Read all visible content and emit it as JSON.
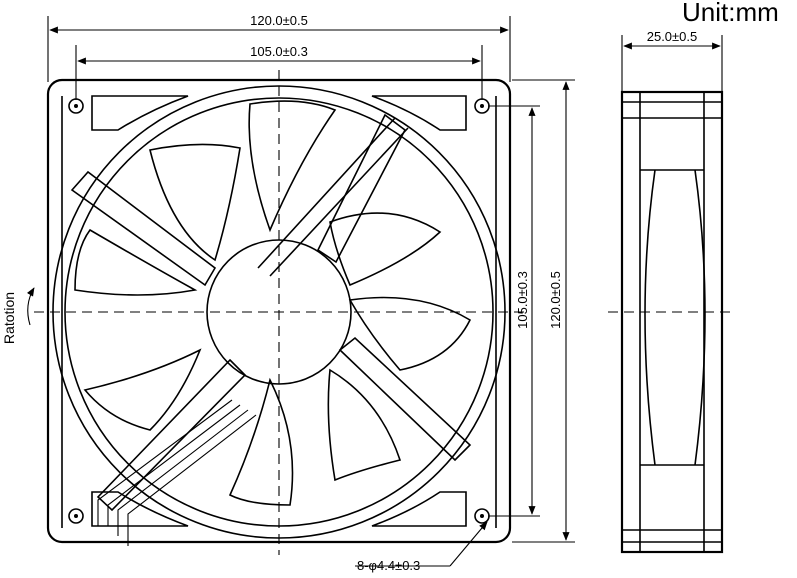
{
  "unit_label": "Unit:mm",
  "front_view": {
    "overall_width": "120.0±0.5",
    "hole_pitch_width": "105.0±0.3",
    "overall_height": "120.0±0.5",
    "hole_pitch_height": "105.0±0.3",
    "hole_callout": "8-φ4.4±0.3",
    "rotation_label": "Ratotion"
  },
  "side_view": {
    "thickness": "25.0±0.5"
  }
}
